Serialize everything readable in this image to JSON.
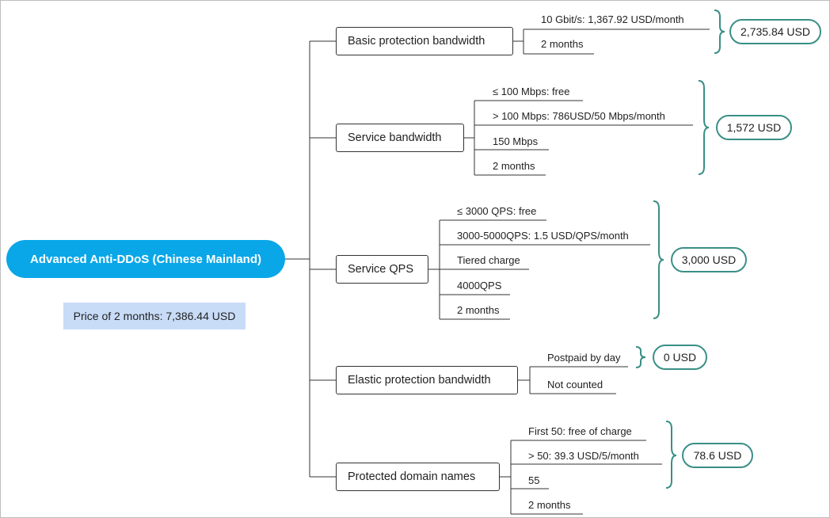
{
  "root": {
    "label": "Advanced Anti-DDoS (Chinese Mainland)"
  },
  "note": {
    "label": "Price of 2 months: 7,386.44 USD"
  },
  "categories": [
    {
      "label": "Basic protection bandwidth",
      "items": [
        "10 Gbit/s:  1,367.92 USD/month",
        "2 months"
      ],
      "total": "2,735.84 USD"
    },
    {
      "label": "Service bandwidth",
      "items": [
        "≤ 100 Mbps: free",
        "> 100 Mbps: 786USD/50 Mbps/month",
        "150 Mbps",
        "2 months"
      ],
      "total": "1,572 USD"
    },
    {
      "label": "Service QPS",
      "items": [
        "≤ 3000 QPS: free",
        "3000-5000QPS: 1.5 USD/QPS/month",
        "Tiered charge",
        "4000QPS",
        "2 months"
      ],
      "total": "3,000 USD"
    },
    {
      "label": "Elastic protection bandwidth",
      "items": [
        "Postpaid by day",
        "Not counted"
      ],
      "total": "0 USD"
    },
    {
      "label": "Protected domain names",
      "items": [
        "First 50: free of charge",
        "> 50: 39.3 USD/5/month",
        "55",
        "2 months"
      ],
      "total": "78.6 USD"
    }
  ],
  "colors": {
    "root_bg": "#0aa7e8",
    "note_bg": "#c8dcf8",
    "total_border": "#3a8f86",
    "line": "#333333"
  }
}
